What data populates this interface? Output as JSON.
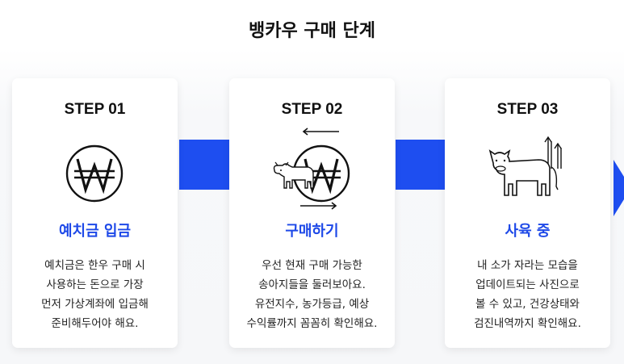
{
  "page": {
    "title": "뱅카우 구매 단계"
  },
  "steps": [
    {
      "step": "STEP 01",
      "icon": "won-coin-icon",
      "heading": "예치금 입금",
      "description": "예치금은 한우 구매 시\n사용하는 돈으로 가장\n먼저 가상계좌에 입금해\n준비해두어야 해요."
    },
    {
      "step": "STEP 02",
      "icon": "cow-purchase-icon",
      "heading": "구매하기",
      "description": "우선 현재 구매 가능한\n송아지들을 둘러보아요.\n유전지수, 농가등급, 예상\n수익률까지 꼼꼼히 확인해요."
    },
    {
      "step": "STEP 03",
      "icon": "cow-growth-icon",
      "heading": "사육 중",
      "description": "내 소가 자라는 모습을\n업데이트되는 사진으로\n볼 수 있고, 건강상태와\n검진내역까지 확인해요."
    }
  ],
  "colors": {
    "accent": "#1e49e8",
    "connector": "#1e4ef0",
    "text": "#222222"
  }
}
